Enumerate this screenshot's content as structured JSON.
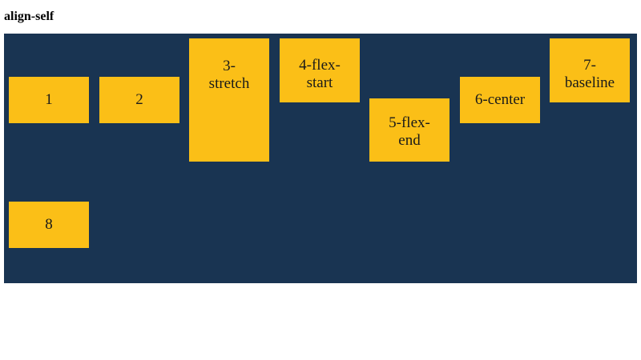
{
  "heading": "align-self",
  "colors": {
    "container_bg": "#193452",
    "item_bg": "#fbbf17"
  },
  "items": [
    {
      "label": "1"
    },
    {
      "label": "2"
    },
    {
      "label": "3-\nstretch"
    },
    {
      "label": "4-flex-\nstart"
    },
    {
      "label": "5-flex-\nend"
    },
    {
      "label": "6-center"
    },
    {
      "label": "7-\nbaseline"
    },
    {
      "label": "8"
    }
  ]
}
